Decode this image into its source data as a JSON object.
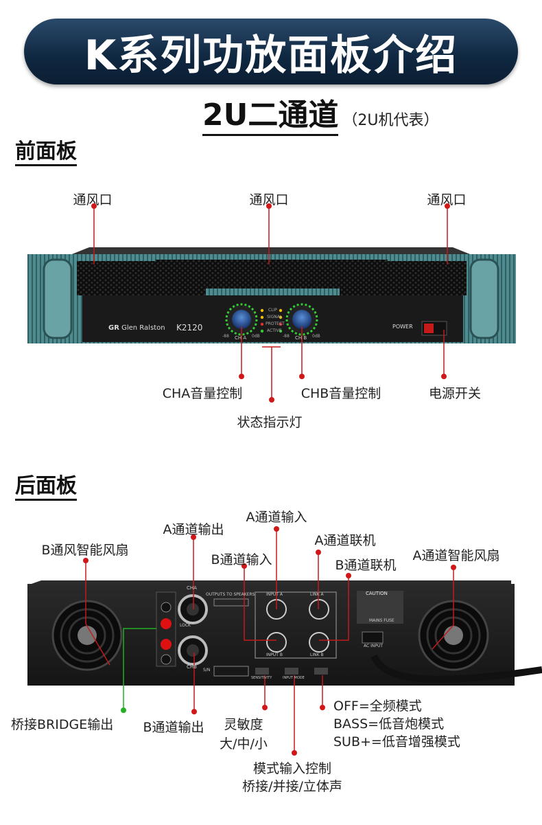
{
  "header": {
    "title": "K系列功放面板介绍"
  },
  "subtitle": {
    "main": "2U二通道",
    "note": "（2U机代表）"
  },
  "front": {
    "heading": "前面板",
    "device": {
      "brand": "Glen Ralston",
      "logo": "GR",
      "model": "K2120",
      "power_label": "POWER",
      "indicators": [
        "CLIP",
        "SIGNAL",
        "PROTECT",
        "ACTIVE"
      ],
      "cha_label": "CH A",
      "chb_label": "CH B",
      "scale_min": "-88",
      "scale_max": "0dB"
    },
    "labels": {
      "vent_left": "通风口",
      "vent_center": "通风口",
      "vent_right": "通风口",
      "cha_volume": "CHA音量控制",
      "chb_volume": "CHB音量控制",
      "power_switch": "电源开关",
      "status_led": "状态指示灯"
    }
  },
  "rear": {
    "heading": "后面板",
    "device": {
      "out_title": "OUTPUTS TO SPEAKERS",
      "cha": "CHA",
      "chb": "CHB",
      "lock": "LOCK",
      "input_a": "INPUT A",
      "input_b": "INPUT B",
      "link_a": "LINK A",
      "link_b": "LINK B",
      "ac_input": "AC INPUT",
      "caution": "CAUTION",
      "mains_fuse": "MAINS FUSE",
      "sensitivity": "SENSITIVITY",
      "input_mode": "INPUT MODE",
      "sn": "S/N"
    },
    "labels": {
      "fan_b": "B通风智能风扇",
      "out_a": "A通道输出",
      "in_b": "B通道输入",
      "in_a": "A通道输入",
      "link_a": "A通道联机",
      "link_b": "B通道联机",
      "fan_a": "A通道智能风扇",
      "bridge": "桥接BRIDGE输出",
      "out_b": "B通道输出",
      "sens_1": "灵敏度",
      "sens_2": "大/中/小",
      "mode_1": "模式输入控制",
      "mode_2": "桥接/并接/立体声",
      "xover_1": "OFF=全频模式",
      "xover_2": "BASS=低音炮模式",
      "xover_3": "SUB+=低音增强模式"
    }
  },
  "colors": {
    "banner": "#0f2740",
    "leader": "#c21a1a",
    "bridge_leader": "#23b024",
    "chassis_teal": "#4f8c8f"
  }
}
